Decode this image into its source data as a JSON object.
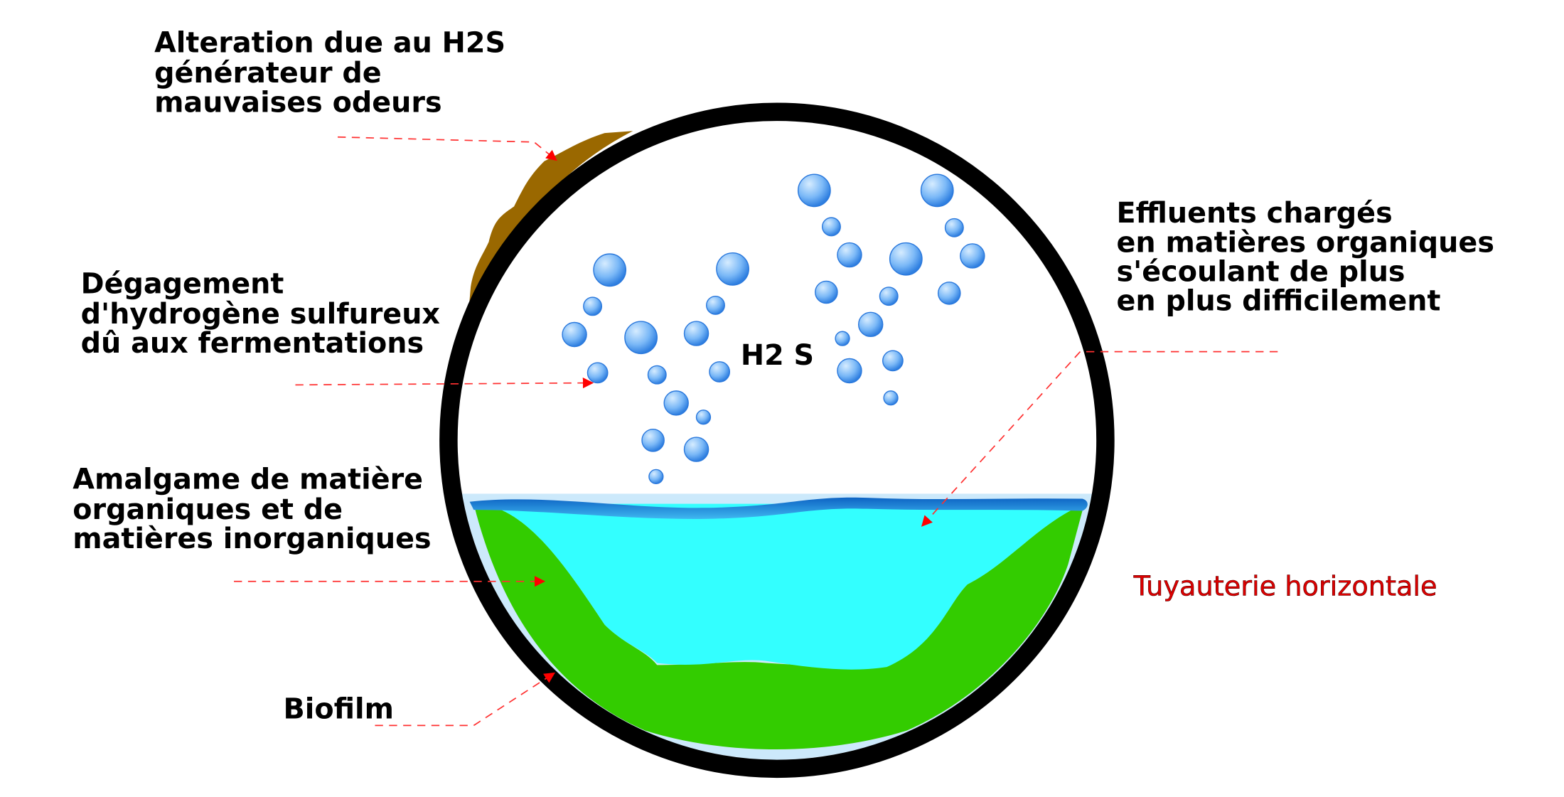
{
  "labels": {
    "alteration": [
      "Alteration due au H2S",
      "générateur de",
      "mauvaises odeurs"
    ],
    "degagement": [
      "Dégagement",
      "d'hydrogène sulfureux",
      "dû aux fermentations"
    ],
    "amalgame": [
      "Amalgame de matière",
      "organiques et de",
      "matières inorganiques"
    ],
    "biofilm": "Biofilm",
    "effluents": [
      "Effluents chargés",
      "en matières organiques",
      "s'écoulant de plus",
      "en plus difficilement"
    ],
    "gas": "H2 S",
    "pipe": "Tuyauterie horizontale"
  },
  "colors": {
    "pipe_wall": "#000000",
    "corrosion": "#9a6800",
    "water": "#33ffff",
    "water_surface": "#1a7fd8",
    "sediment": "#33cc00",
    "biofilm": "#cce9fb",
    "bubble": "#6fb0f5",
    "leader": "#ff0000",
    "pipe_label": "#dd0000"
  }
}
